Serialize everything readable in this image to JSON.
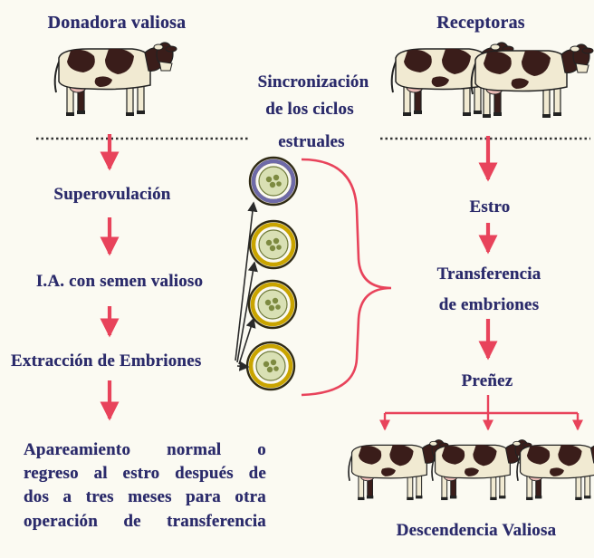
{
  "labels": {
    "donor": "Donadora valiosa",
    "recipients": "Receptoras",
    "sync_line1": "Sincronización",
    "sync_line2": "de los ciclos",
    "sync_line3": "estruales",
    "superovulation": "Superovulación",
    "ai": "I.A. con semen valioso",
    "extraction": "Extracción de Embriones",
    "estrus": "Estro",
    "transfer_line1": "Transferencia",
    "transfer_line2": "de embriones",
    "pregnancy": "Preñez",
    "offspring": "Descendencia Valiosa",
    "mating_line1": "Apareamiento normal o",
    "mating_line2": "regreso al estro después de",
    "mating_line3": "dos a tres meses para otra",
    "mating_line4": "operación de transferencia"
  },
  "colors": {
    "text": "#2b2b6b",
    "arrow": "#e8435b",
    "cow_body": "#f1ead2",
    "cow_spots": "#3a1d1a",
    "embryo_ring": "#c9a400",
    "embryo_ring_first": "#6e6aa8",
    "embryo_fill": "#b5c47c"
  },
  "icons": [
    "cow-icon",
    "embryo-icon",
    "arrow-down-icon",
    "bracket-icon"
  ]
}
